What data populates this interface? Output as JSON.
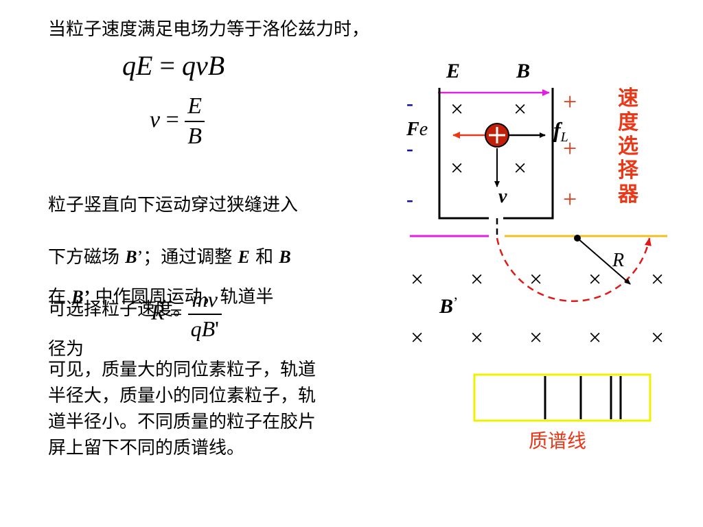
{
  "slide": {
    "intro": "当粒子速度满足电场力等于洛伦兹力时，",
    "eq1": {
      "lhs_q": "q",
      "lhs_E": "E",
      "equals": "=",
      "rhs_q": "q",
      "rhs_v": "v",
      "rhs_B": "B"
    },
    "eq2": {
      "lhs": "v",
      "equals": "=",
      "num": "E",
      "den": "B"
    },
    "para1": {
      "line1": "粒子竖直向下运动穿过狭缝进入",
      "line2_a": "下方磁场 ",
      "line2_b": "B",
      "line2_c": "’",
      "line2_d": "；通过调整 ",
      "line2_e": "E",
      "line2_f": " 和 ",
      "line2_g": "B",
      "line3": "可选择粒子速度。"
    },
    "para2": {
      "a": "在 ",
      "b": "B’",
      "c": " 中作圆周运动，轨道半",
      "d": "径为"
    },
    "eq3": {
      "lhs": "R",
      "equals": "=",
      "num": "mv",
      "den_q": "q",
      "den_B": "B",
      "den_prime": "'"
    },
    "para3": "可见，质量大的同位素粒子，轨道\n半径大，质量小的同位素粒子，轨\n道半径小。不同质量的粒子在胶片\n屏上留下不同的质谱线。"
  },
  "diagram": {
    "label_E": "E",
    "label_B": "B",
    "minus_sign": "-",
    "plus_sign": "+",
    "cross": "×",
    "label_Fe_F": "F",
    "label_Fe_e": "e",
    "label_fL_f": "f",
    "label_fL_L": "L",
    "label_v": "v",
    "label_R": "R",
    "label_Bprime_B": "B",
    "label_Bprime_prime": "’",
    "velocity_selector": [
      "速",
      "度",
      "选",
      "择",
      "器"
    ],
    "spectrum_label": "质谱线",
    "colors": {
      "magenta": "#e020e0",
      "orange_red": "#e83818",
      "path_red": "#e01818",
      "gold": "#f0c020",
      "yellow": "#f0f000",
      "blue": "#1010a0",
      "ion_red": "#c02008"
    }
  }
}
